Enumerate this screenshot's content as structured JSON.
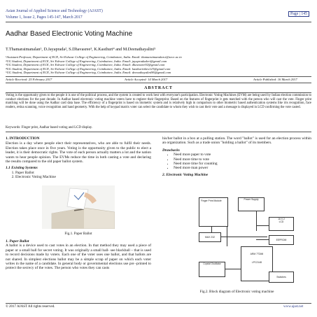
{
  "header": {
    "journal": "Asian Journal of Applied Science and Technology (AJAST)",
    "volume": "Volume 1, Issue 2, Pages 145-147, March 2017",
    "page": "Page | 145"
  },
  "title": "Aadhar Based Electronic Voting Machine",
  "authors": "T.Thamaraimanalan¹, D.Jayaprada², S.Dhavasree³, K.Kasthuri⁴ and M.Deenathayalini⁵",
  "affiliations": [
    "¹Assistant Professor, Department of ECE, Sri Eshwar College of Engineering, Coimbatore, India. Email: thamaraimanalan.t@sece.ac.in",
    "²UG Student, Department of ECE, Sri Eshwar College of Engineering, Coimbatore, India. Email: jayapradaderi@gmail.com",
    "³UG Student, Department of ECE, Sri Eshwar College of Engineering, Coimbatore, India. Email: dhavasree92@gmail.com",
    "⁴UG Student, Department of ECE, Sri Eshwar College of Engineering, Coimbatore, India. Email: kasthurivikes123@gmail.com",
    "⁵UG Student, Department of ECE, Sri Eshwar College of Engineering, Coimbatore, India. Email: deenathayalini96@gmail.com"
  ],
  "dates": {
    "received": "Article Received: 25 February 2017",
    "accepted": "Article Accepted: 14 March 2017",
    "published": "Article Published: 16 March 2017"
  },
  "abstract": {
    "heading": "ABSTRACT",
    "text": "Voting is the opportunity given to the people it is one of the political process, and the system is created to work best with everyone's participation. Electronic Voting Machines (EVM) are being used by Indian election commission to conduct elections for the past decade. In Aadhar based electronic voting machine voters have to register their fingerprint. Based on the features of fingerprint it gets matched with the person who will cast the vote. Finger print matching will be done using the Aadhar card data base. The efficiency of a fingerprint is based on biometric system and is relatively high in comparison to other biometric based authentication systems like iris recognition, face readers, retina scanning, voice recognition and hand geometry. With the help of keypad matrix voter can select the candidate to whom they wish to cast their vote and a message is displayed in LCD confirming the vote casted.",
    "keywords": "Keywords: Finger print, Aadhar based voting and LCD display."
  },
  "left_column": {
    "intro_heading": "1. INTRODUCTION",
    "intro_text": "Election is a day where people elect their representatives, who are able to fulfil their needs. Election takes place once in five years. Voting is the opportunity given to the public to elect a leader, it is their democratic rights. The vote of each person actually matters a lot and the nation wants to hear people opinion. The EVMs reduce the time in both casting a vote and declaring the results compared to the old paper ballot system.",
    "existing_heading": "1.1 Existing Systems",
    "existing_items": [
      "Paper Ballot",
      "Electronic Voting Machine"
    ],
    "fig1_caption": "Fig.1. Paper Ballot",
    "paper_heading": "1. Paper Ballot",
    "paper_text": "A ballot is a device used to cast votes in an election. In that method they may used a piece of paper or a small ball for secret voting. It was originally a small ball- see blackball – that is used to record decisions made by voters. Each one of the voter uses one ballot, and that ballots are not shared. In simplest elections ballot may be a simple scrap of paper on which each voter writes in the name of a candidate. In general body or governmental elections use pre -printed to protect the secrecy of the votes. The person who votes they can casts"
  },
  "right_column": {
    "cont_text": "his/her ballot in a box at a polling station. The word \"ballot\" is used for an election process within an organization. Such as a trade union \"holding a ballot\" of its members.",
    "drawbacks_heading": "Drawbacks",
    "drawbacks": [
      "Need more paper to vote",
      "Need more time to vote",
      "Need more time for counting",
      "Need more man power"
    ],
    "evm_heading": "2. Electronic Voting Machine",
    "fig2_caption": "Fig.2. Block diagram of Electronic voting machine",
    "diagram": {
      "finger": "Finger Print Module",
      "power": "Power Supply",
      "max": "MAX 232",
      "lcd_hdr": "16 X 2",
      "lcd": "LCD",
      "eeprom": "EEPROM",
      "arm": "ARM 7TDMI",
      "lpc": "LPC2148",
      "crystal": "Crystal Oscillator",
      "switches": "Switches"
    }
  },
  "footer": {
    "copyright": "© 2017 AJAST All rights reserved.",
    "url": "www.ajast.net"
  }
}
